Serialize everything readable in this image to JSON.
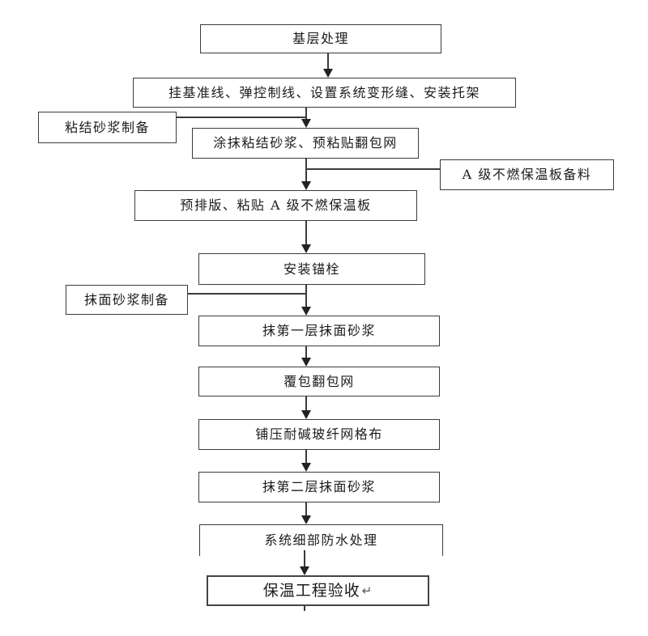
{
  "diagram": {
    "type": "flowchart",
    "language": "zh-CN",
    "colors": {
      "background": "#ffffff",
      "box_border": "#3b3b3b",
      "final_box_border": "#444444",
      "line": "#3a3a3a",
      "text": "#1c1c1c"
    }
  },
  "nodes": [
    {
      "id": "base-treatment",
      "label": "基层处理"
    },
    {
      "id": "guide-lines",
      "label": "挂基准线、弹控制线、设置系统变形缝、安装托架"
    },
    {
      "id": "bonding-mortar-prep",
      "label": "粘结砂浆制备"
    },
    {
      "id": "apply-bonding-mortar",
      "label": "涂抹粘结砂浆、预粘贴翻包网"
    },
    {
      "id": "board-material",
      "label": "A 级不燃保温板备料"
    },
    {
      "id": "pre-layout-paste-board",
      "label": "预排版、粘贴 A 级不燃保温板"
    },
    {
      "id": "install-anchors",
      "label": "安装锚栓"
    },
    {
      "id": "surface-mortar-prep",
      "label": "抹面砂浆制备"
    },
    {
      "id": "first-surface-coat",
      "label": "抹第一层抹面砂浆"
    },
    {
      "id": "cover-wrap-mesh",
      "label": "覆包翻包网"
    },
    {
      "id": "fiberglass-mesh",
      "label": "铺压耐碱玻纤网格布"
    },
    {
      "id": "second-surface-coat",
      "label": "抹第二层抹面砂浆"
    },
    {
      "id": "detail-waterproofing",
      "label": "系统细部防水处理"
    },
    {
      "id": "acceptance",
      "label": "保温工程验收",
      "return_mark": "↵"
    }
  ]
}
